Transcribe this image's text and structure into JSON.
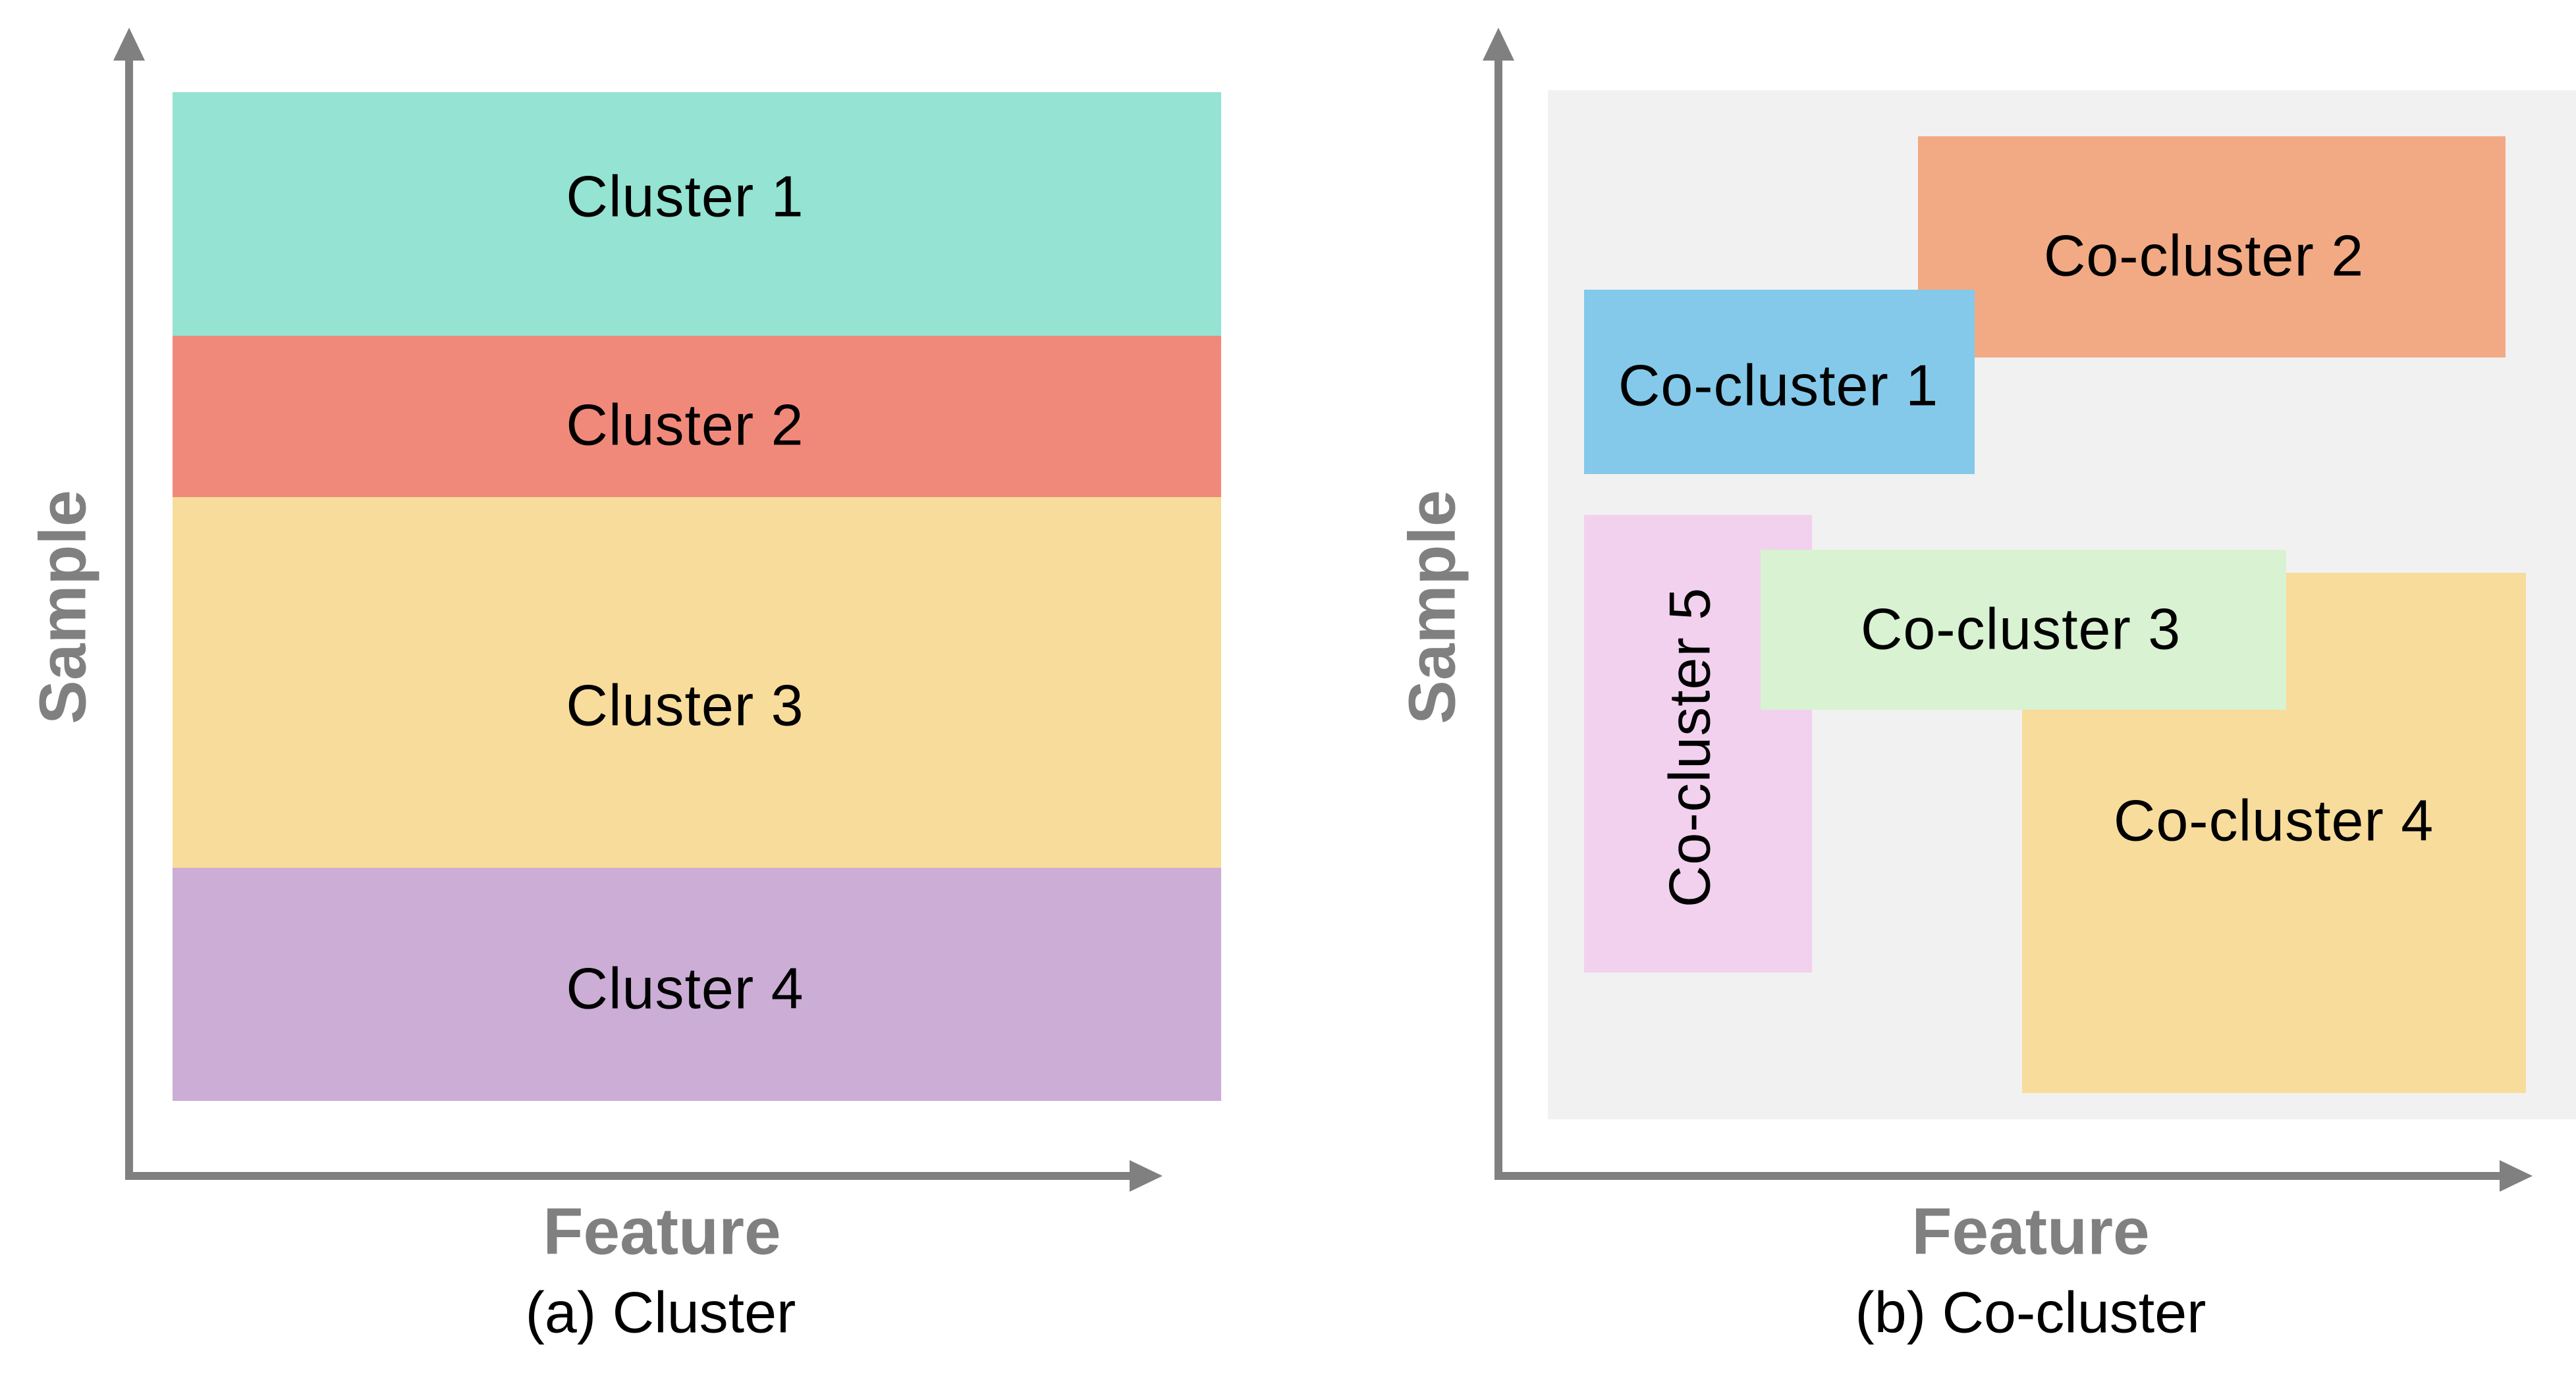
{
  "panel_a": {
    "caption": "(a) Cluster",
    "x_axis_label": "Feature",
    "y_axis_label": "Sample",
    "clusters": [
      {
        "label": "Cluster 1",
        "color": "#94E3D3"
      },
      {
        "label": "Cluster 2",
        "color": "#F1897B"
      },
      {
        "label": "Cluster 3",
        "color": "#F8DC9B"
      },
      {
        "label": "Cluster 4",
        "color": "#CBADD6"
      }
    ]
  },
  "panel_b": {
    "caption": "(b) Co-cluster",
    "x_axis_label": "Feature",
    "y_axis_label": "Sample",
    "background_color": "#F1F1F1",
    "co_clusters": [
      {
        "label": "Co-cluster 1",
        "color": "#84C9EA"
      },
      {
        "label": "Co-cluster 2",
        "color": "#F2AA84"
      },
      {
        "label": "Co-cluster 3",
        "color": "#D9F2D1"
      },
      {
        "label": "Co-cluster 4",
        "color": "#F8DC9B"
      },
      {
        "label": "Co-cluster 5",
        "color": "#F1D1EE"
      }
    ]
  },
  "colors": {
    "axis": "#808080",
    "text": "#000000"
  }
}
